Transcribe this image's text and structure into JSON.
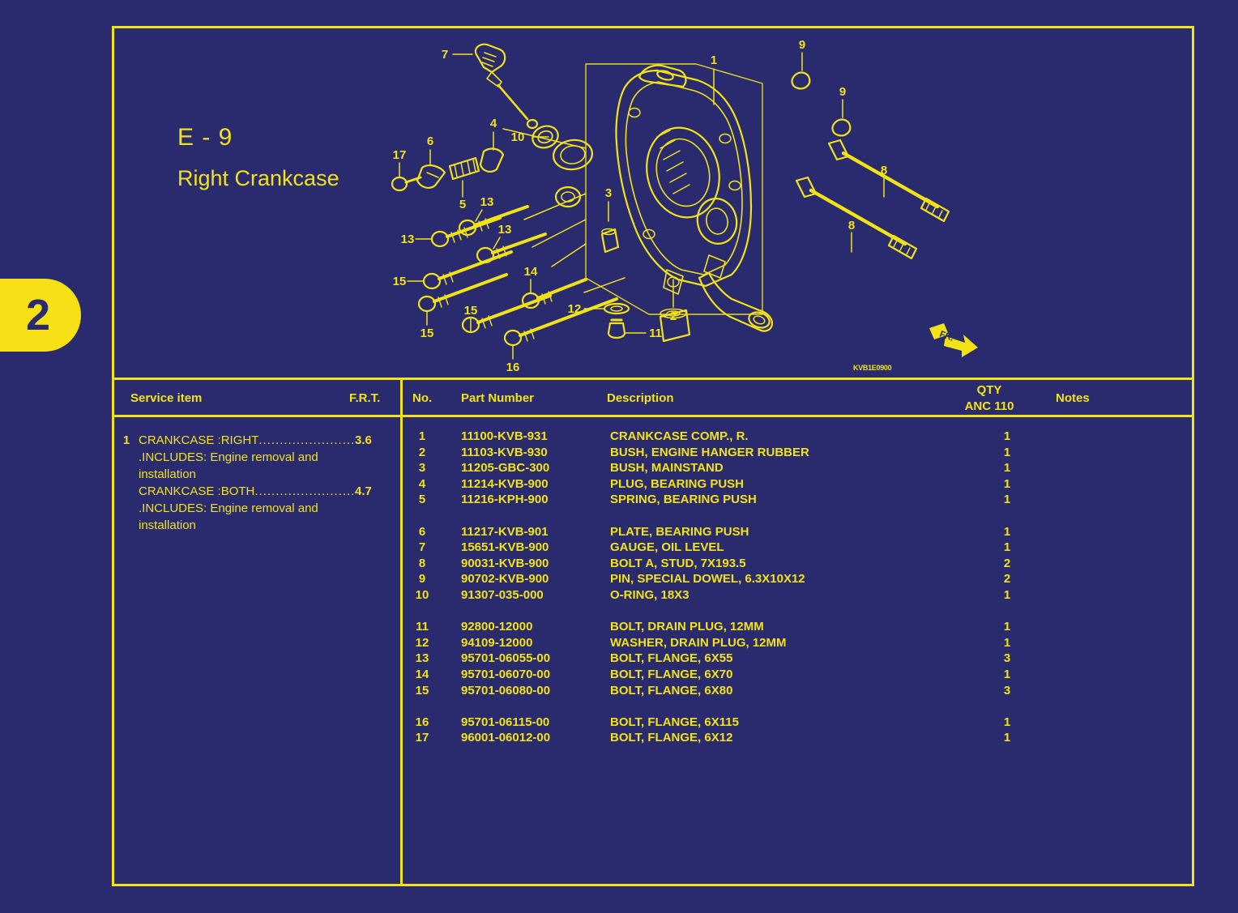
{
  "page_tab": {
    "number": "2"
  },
  "title": {
    "code": "E - 9",
    "name": "Right Crankcase"
  },
  "illustration": {
    "drawing_id": "KVB1E0900",
    "orientation_marker": "FR.",
    "callouts": [
      "1",
      "2",
      "3",
      "4",
      "5",
      "6",
      "7",
      "8",
      "8",
      "9",
      "9",
      "10",
      "11",
      "12",
      "13",
      "13",
      "13",
      "14",
      "15",
      "15",
      "15",
      "16",
      "17"
    ]
  },
  "service_table": {
    "headers": {
      "item": "Service item",
      "frt": "F.R.T."
    },
    "rows": [
      {
        "no": "1",
        "name": "CRANKCASE :RIGHT",
        "leader": "........................",
        "frt": "3.6",
        "note1": ".INCLUDES: Engine removal and",
        "note2": "installation"
      },
      {
        "no": "",
        "name": "CRANKCASE :BOTH",
        "leader": "........................",
        "frt": "4.7",
        "note1": ".INCLUDES: Engine removal and",
        "note2": "installation"
      }
    ]
  },
  "parts_table": {
    "headers": {
      "no": "No.",
      "part_number": "Part Number",
      "description": "Description",
      "qty": "QTY",
      "qty_model": "ANC 110",
      "notes": "Notes"
    },
    "groups": [
      {
        "rows": [
          {
            "no": "1",
            "part_number": "11100-KVB-931",
            "description": "CRANKCASE COMP., R.",
            "qty": "1",
            "notes": ""
          },
          {
            "no": "2",
            "part_number": "11103-KVB-930",
            "description": "BUSH, ENGINE HANGER RUBBER",
            "qty": "1",
            "notes": ""
          },
          {
            "no": "3",
            "part_number": "11205-GBC-300",
            "description": "BUSH, MAINSTAND",
            "qty": "1",
            "notes": ""
          },
          {
            "no": "4",
            "part_number": "11214-KVB-900",
            "description": "PLUG, BEARING PUSH",
            "qty": "1",
            "notes": ""
          },
          {
            "no": "5",
            "part_number": "11216-KPH-900",
            "description": "SPRING, BEARING PUSH",
            "qty": "1",
            "notes": ""
          }
        ]
      },
      {
        "rows": [
          {
            "no": "6",
            "part_number": "11217-KVB-901",
            "description": "PLATE, BEARING PUSH",
            "qty": "1",
            "notes": ""
          },
          {
            "no": "7",
            "part_number": "15651-KVB-900",
            "description": "GAUGE, OIL LEVEL",
            "qty": "1",
            "notes": ""
          },
          {
            "no": "8",
            "part_number": "90031-KVB-900",
            "description": "BOLT A, STUD, 7X193.5",
            "qty": "2",
            "notes": ""
          },
          {
            "no": "9",
            "part_number": "90702-KVB-900",
            "description": "PIN, SPECIAL DOWEL, 6.3X10X12",
            "qty": "2",
            "notes": ""
          },
          {
            "no": "10",
            "part_number": "91307-035-000",
            "description": "O-RING, 18X3",
            "qty": "1",
            "notes": ""
          }
        ]
      },
      {
        "rows": [
          {
            "no": "11",
            "part_number": "92800-12000",
            "description": "BOLT, DRAIN PLUG, 12MM",
            "qty": "1",
            "notes": ""
          },
          {
            "no": "12",
            "part_number": "94109-12000",
            "description": "WASHER, DRAIN PLUG, 12MM",
            "qty": "1",
            "notes": ""
          },
          {
            "no": "13",
            "part_number": "95701-06055-00",
            "description": "BOLT, FLANGE, 6X55",
            "qty": "3",
            "notes": ""
          },
          {
            "no": "14",
            "part_number": "95701-06070-00",
            "description": "BOLT, FLANGE, 6X70",
            "qty": "1",
            "notes": ""
          },
          {
            "no": "15",
            "part_number": "95701-06080-00",
            "description": "BOLT, FLANGE, 6X80",
            "qty": "3",
            "notes": ""
          }
        ]
      },
      {
        "rows": [
          {
            "no": "16",
            "part_number": "95701-06115-00",
            "description": "BOLT, FLANGE, 6X115",
            "qty": "1",
            "notes": ""
          },
          {
            "no": "17",
            "part_number": "96001-06012-00",
            "description": "BOLT, FLANGE, 6X12",
            "qty": "1",
            "notes": ""
          }
        ]
      }
    ]
  },
  "colors": {
    "background": "#2a2a6e",
    "ink": "#f2e316",
    "tab": "#f7e016"
  }
}
